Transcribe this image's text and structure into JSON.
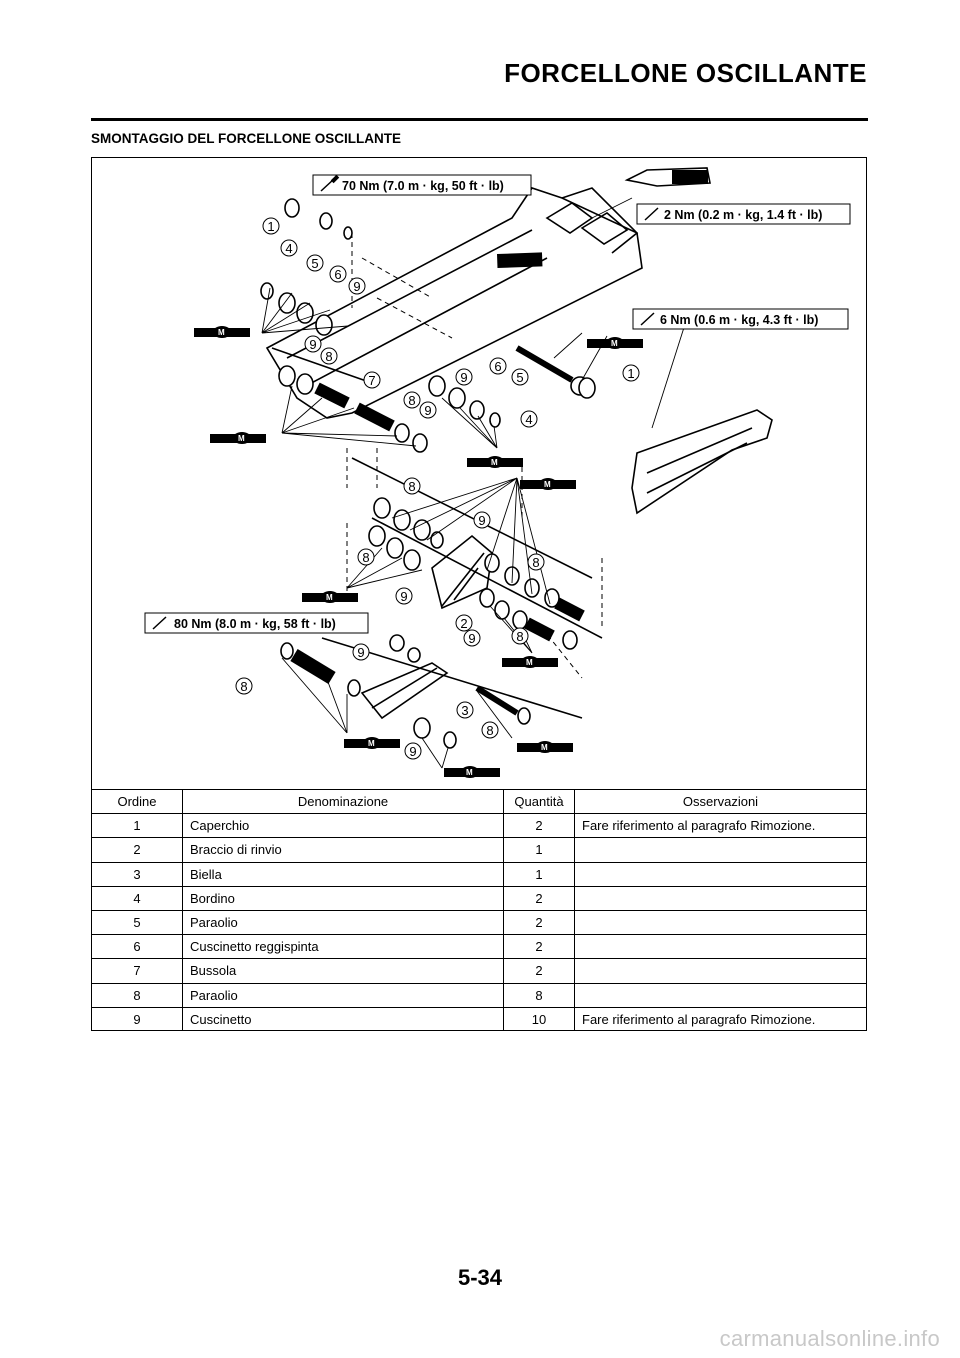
{
  "header": {
    "title": "FORCELLONE OSCILLANTE"
  },
  "section": {
    "heading": "SMONTAGGIO DEL FORCELLONE OSCILLANTE"
  },
  "torques": {
    "t70": "70 Nm (7.0 m · kg, 50 ft · lb)",
    "t2": "2 Nm (0.2 m · kg, 1.4 ft · lb)",
    "t6": "6 Nm (0.6 m · kg, 4.3 ft · lb)",
    "t80": "80 Nm (8.0 m · kg, 58 ft · lb)"
  },
  "grease_symbol": "M",
  "callouts": {
    "c1": "1",
    "c2": "2",
    "c3": "3",
    "c4": "4",
    "c5": "5",
    "c6": "6",
    "c7": "7",
    "c8": "8",
    "c9": "9"
  },
  "table": {
    "headers": {
      "order": "Ordine",
      "name": "Denominazione",
      "qty": "Quantità",
      "notes": "Osservazioni"
    },
    "rows": [
      {
        "order": "1",
        "name": "Caperchio",
        "qty": "2",
        "notes": "Fare riferimento al paragrafo Rimozione."
      },
      {
        "order": "2",
        "name": "Braccio di rinvio",
        "qty": "1",
        "notes": ""
      },
      {
        "order": "3",
        "name": "Biella",
        "qty": "1",
        "notes": ""
      },
      {
        "order": "4",
        "name": "Bordino",
        "qty": "2",
        "notes": ""
      },
      {
        "order": "5",
        "name": "Paraolio",
        "qty": "2",
        "notes": ""
      },
      {
        "order": "6",
        "name": "Cuscinetto reggispinta",
        "qty": "2",
        "notes": ""
      },
      {
        "order": "7",
        "name": "Bussola",
        "qty": "2",
        "notes": ""
      },
      {
        "order": "8",
        "name": "Paraolio",
        "qty": "8",
        "notes": ""
      },
      {
        "order": "9",
        "name": "Cuscinetto",
        "qty": "10",
        "notes": "Fare riferimento al paragrafo Rimozione."
      }
    ]
  },
  "footer": {
    "page_number": "5-34",
    "watermark": "carmanualsonline.info"
  }
}
